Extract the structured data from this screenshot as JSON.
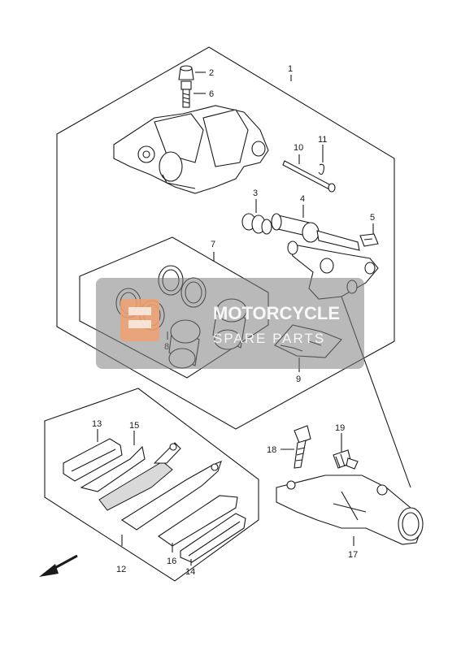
{
  "diagram": {
    "callouts": {
      "c1": "1",
      "c2": "2",
      "c3": "3",
      "c4": "4",
      "c5": "5",
      "c6": "6",
      "c7": "7",
      "c8": "8",
      "c9": "9",
      "c10": "10",
      "c11": "11",
      "c12": "12",
      "c13": "13",
      "c14": "14",
      "c15": "15",
      "c16": "16",
      "c17": "17",
      "c18": "18",
      "c19": "19"
    },
    "watermark": {
      "line1": "MOTORCYCLE",
      "line2": "SPARE PARTS",
      "colors": {
        "overlay": "#808080",
        "logo": "#f0a070"
      }
    },
    "front_arrow_icon": "arrow-icon"
  }
}
